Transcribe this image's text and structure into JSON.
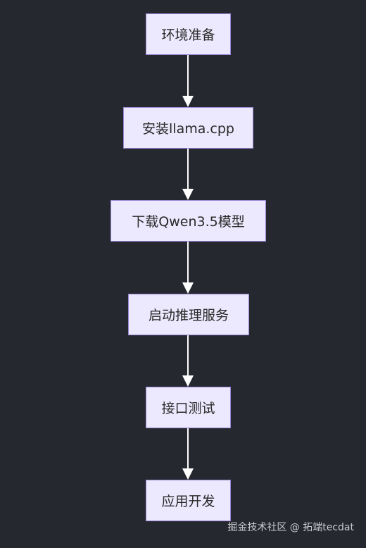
{
  "flow": {
    "steps": [
      "环境准备",
      "安装llama.cpp",
      "下载Qwen3.5模型",
      "启动推理服务",
      "接口测试",
      "应用开发"
    ]
  },
  "watermark": "掘金技术社区 @ 拓端tecdat",
  "colors": {
    "background": "#25282e",
    "node_fill": "#ece8fd",
    "node_border": "#9a86d6",
    "arrow": "#ffffff"
  }
}
